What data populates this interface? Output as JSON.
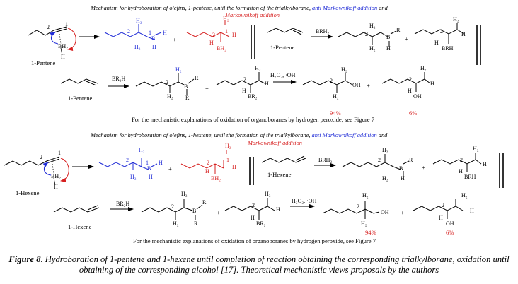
{
  "section1": {
    "title_prefix": "Mechanism for hydroboration of olefins, 1-pentene, until the formation of the trialkylborane,",
    "title_anti": "anti Markownikoff addition",
    "title_and": "and",
    "title_mark": "Markownikoff addition",
    "reactant_label": "1-Pentene",
    "reactant_label_b": "1-Pentene",
    "reactant_label_c": "1-Pentene",
    "reagent_brh2": "BRH₂",
    "reagent_br2h": "BR₂H",
    "reagent_ox": "H₂O₂, ·OH",
    "note": "For the mechanistic explanations of oxidation of organoboranes by hydrogen peroxide, see Figure 7",
    "yield_anti": "94%",
    "yield_mark": "6%"
  },
  "section2": {
    "title_prefix": "Mechanism for hydroboration of olefins, 1-hextene, until the formation of the trialkylborane,",
    "title_anti": "anti Markownikoff addition",
    "title_and": "and",
    "title_mark": "Markownikoff addition",
    "reactant_label": "1-Hexene",
    "reactant_label_b": "1-Hexene",
    "reactant_label_c": "1-Hexene",
    "reagent_brh2": "BRH₂",
    "reagent_br2h": "BR₂H",
    "reagent_ox": "H₂O₂, ·OH",
    "note": "For the mechanistic explanations of oxidation of organoboranes by hydrogen peroxide, see Figure 7",
    "yield_anti": "94%",
    "yield_mark": "6%"
  },
  "atoms": {
    "h": "H",
    "h2": "H₂",
    "b": "B",
    "bh2": "BH₂",
    "r": "R",
    "brh": "BRH",
    "br2": "BR₂",
    "oh": "OH",
    "n1": "1",
    "n2": "2",
    "plus": "+"
  },
  "caption": {
    "label": "Figure 8",
    "text": ". Hydroboration of 1-pentene and 1-hexene until completion of reaction obtaining the corresponding trialkylborane, oxidation until obtaining of the corresponding alcohol [17]. Theoretical mechanistic views proposals by the authors"
  },
  "colors": {
    "blue": "#1f2bd6",
    "red": "#d61f1f"
  }
}
